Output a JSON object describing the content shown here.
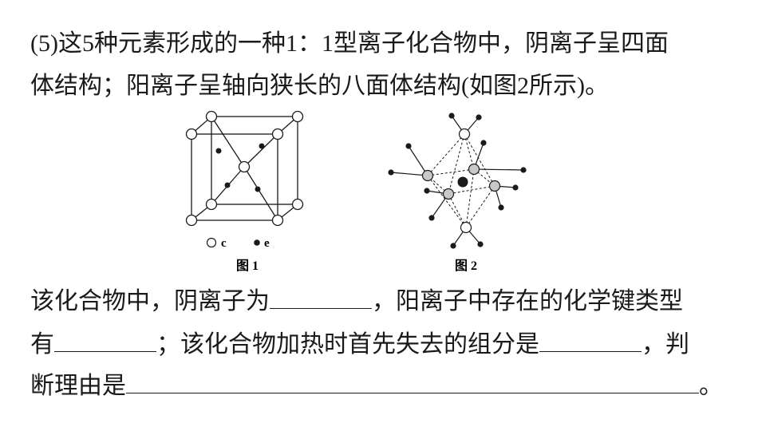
{
  "question": {
    "line1_a": "(5)",
    "line1_b": "这",
    "line1_c": "5",
    "line1_d": "种元素形成的一种",
    "line1_e": "1",
    "line1_f": "：",
    "line1_g": "1",
    "line1_h": "型离子化合物中，阴离子呈四面",
    "line2_a": "体结构；阳离子呈轴向狭长的八面体结构",
    "line2_b": "(",
    "line2_c": "如图",
    "line2_d": "2",
    "line2_e": "所示",
    "line2_f": ")",
    "line2_g": "。",
    "line3_a": "该化合物中，阴离子为",
    "line3_b": "，阳离子中存在的化学键类型",
    "line4_a": "有",
    "line4_b": "；该化合物加热时首先失去的组分是",
    "line4_c": "，判",
    "line5_a": "断理由是",
    "line5_b": "。"
  },
  "figure1": {
    "caption": "图 1",
    "legend_c": "c",
    "legend_e": "e"
  },
  "figure2": {
    "caption": "图 2"
  }
}
